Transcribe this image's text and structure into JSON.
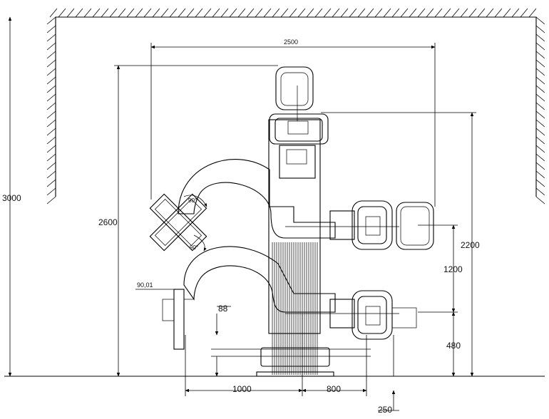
{
  "colors": {
    "ink": "#000000",
    "background": "#ffffff"
  },
  "dimensions": {
    "total_height": "3000",
    "overall_width": "2500",
    "height_2600": "2600",
    "height_2200": "2200",
    "height_1200": "1200",
    "height_480": "480",
    "offset_88": "88",
    "base_1000": "1000",
    "base_800": "800",
    "base_250": "250",
    "angle_top": "90°",
    "angle_bottom": "90°",
    "decimal_label": "90,01"
  }
}
